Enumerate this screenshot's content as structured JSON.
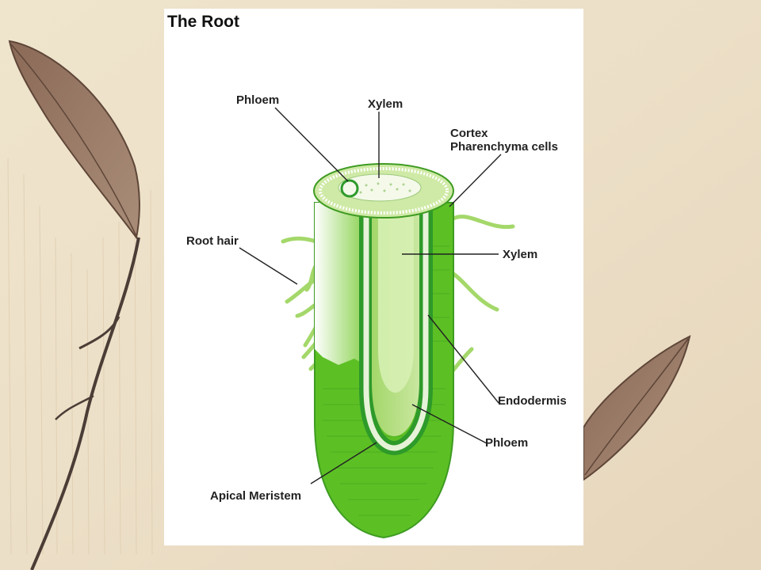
{
  "diagram": {
    "title": "The Root",
    "labels": {
      "phloem_top": "Phloem",
      "xylem_top": "Xylem",
      "cortex_line1": "Cortex",
      "cortex_line2": "Pharenchyma cells",
      "root_hair": "Root hair",
      "xylem_mid": "Xylem",
      "endodermis": "Endodermis",
      "phloem_bottom": "Phloem",
      "apical_meristem": "Apical Meristem"
    }
  },
  "colors": {
    "slide_background": "#e9dcc4",
    "root_green": "#5cc024",
    "dark_green": "#2e9a2a",
    "light_green": "#cfeaa6",
    "xylem_strand": "#e6f3d8"
  }
}
